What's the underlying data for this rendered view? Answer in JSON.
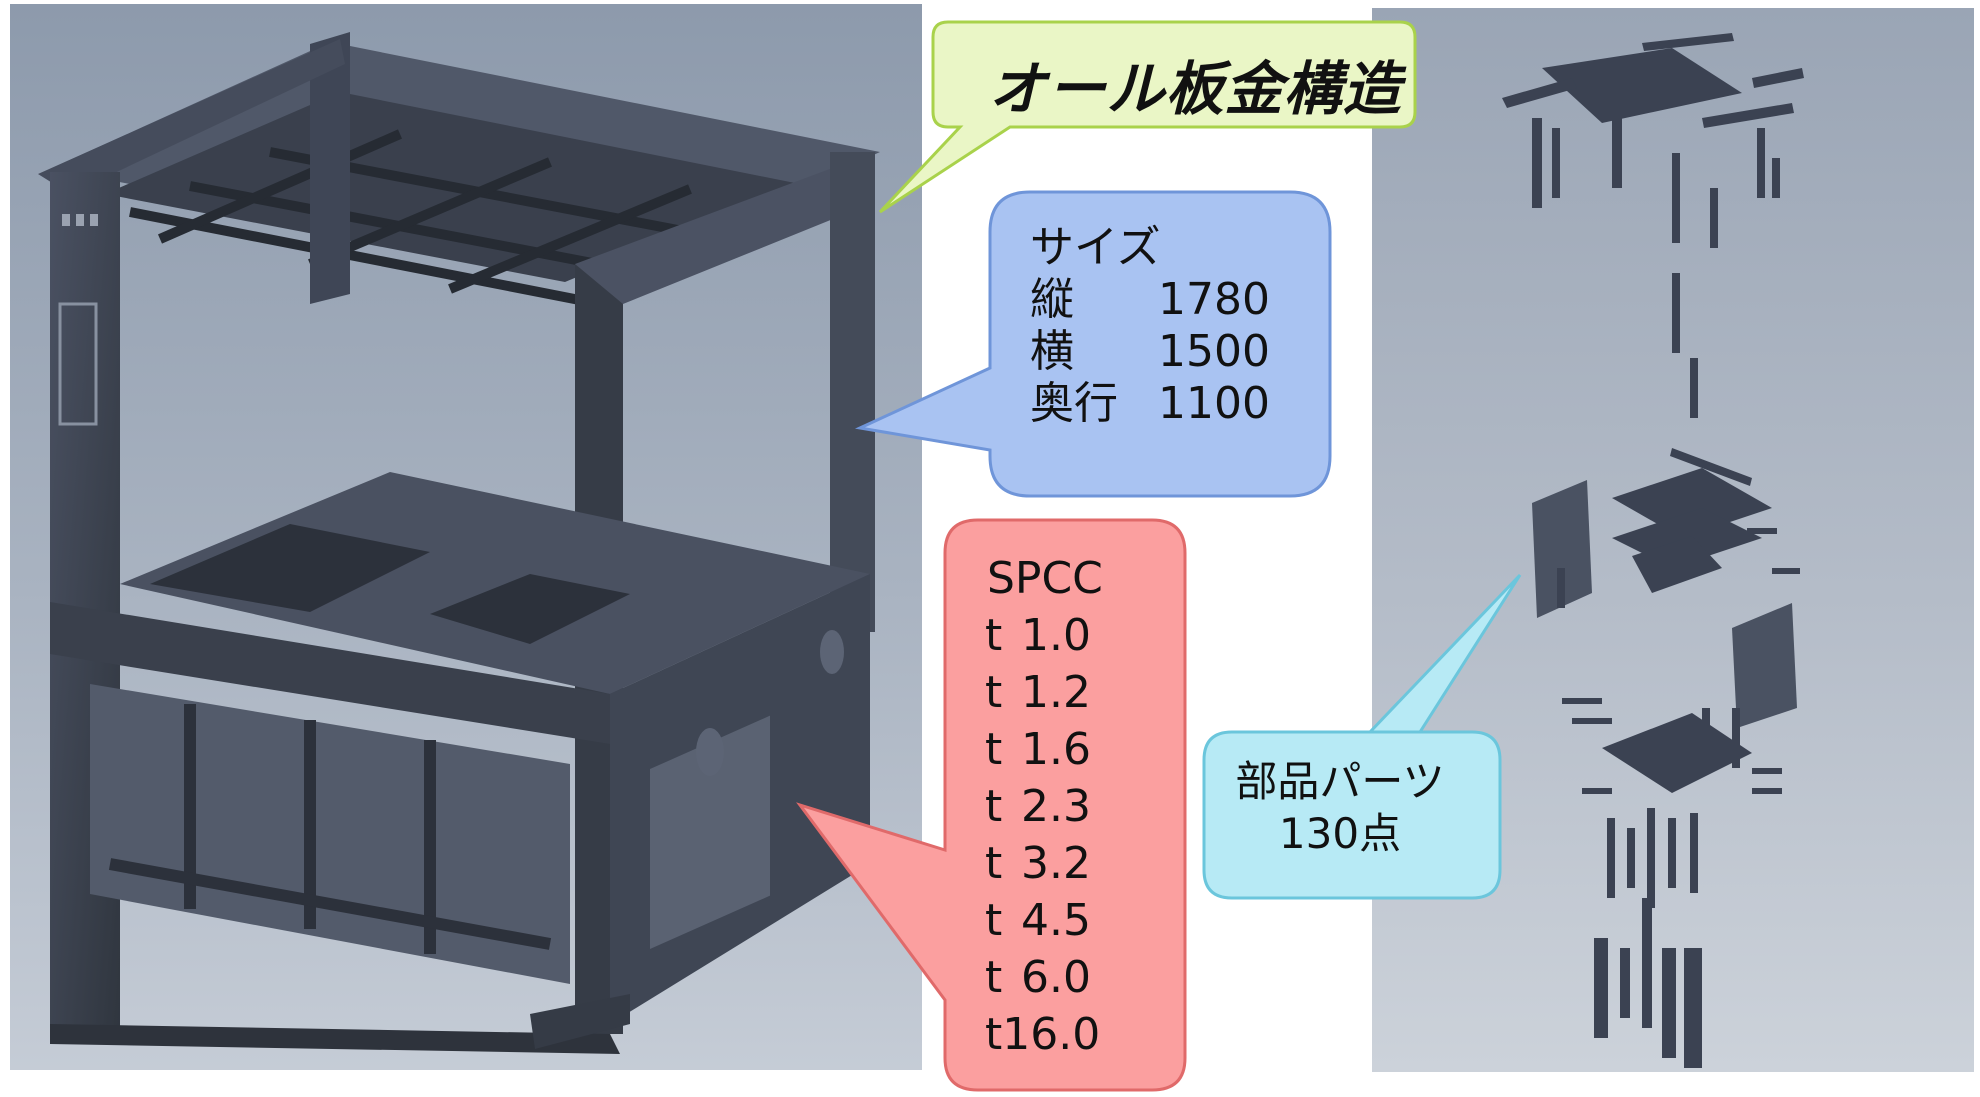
{
  "title_callout": {
    "text": "オール板金構造"
  },
  "size_callout": {
    "heading": "サイズ",
    "rows": [
      {
        "label": "縦",
        "value": "1780"
      },
      {
        "label": "横",
        "value": "1500"
      },
      {
        "label": "奥行",
        "value": "1100"
      }
    ]
  },
  "material_callout": {
    "heading": "SPCC",
    "thickness_prefix": "t",
    "thicknesses": [
      "1.0",
      "1.2",
      "1.6",
      "2.3",
      "3.2",
      "4.5",
      "6.0"
    ],
    "last_row": "t16.0"
  },
  "parts_callout": {
    "line1": "部品パーツ",
    "line2": "130点"
  },
  "colors": {
    "title_fill": "#eaf6c6",
    "title_border": "#a9d24b",
    "size_fill": "#a9c3f2",
    "size_border": "#6f95d9",
    "spcc_fill": "#fb9f9f",
    "spcc_border": "#e06a6a",
    "parts_fill": "#b7eaf5",
    "parts_border": "#6bc6dc",
    "metal": "#3b4252"
  }
}
